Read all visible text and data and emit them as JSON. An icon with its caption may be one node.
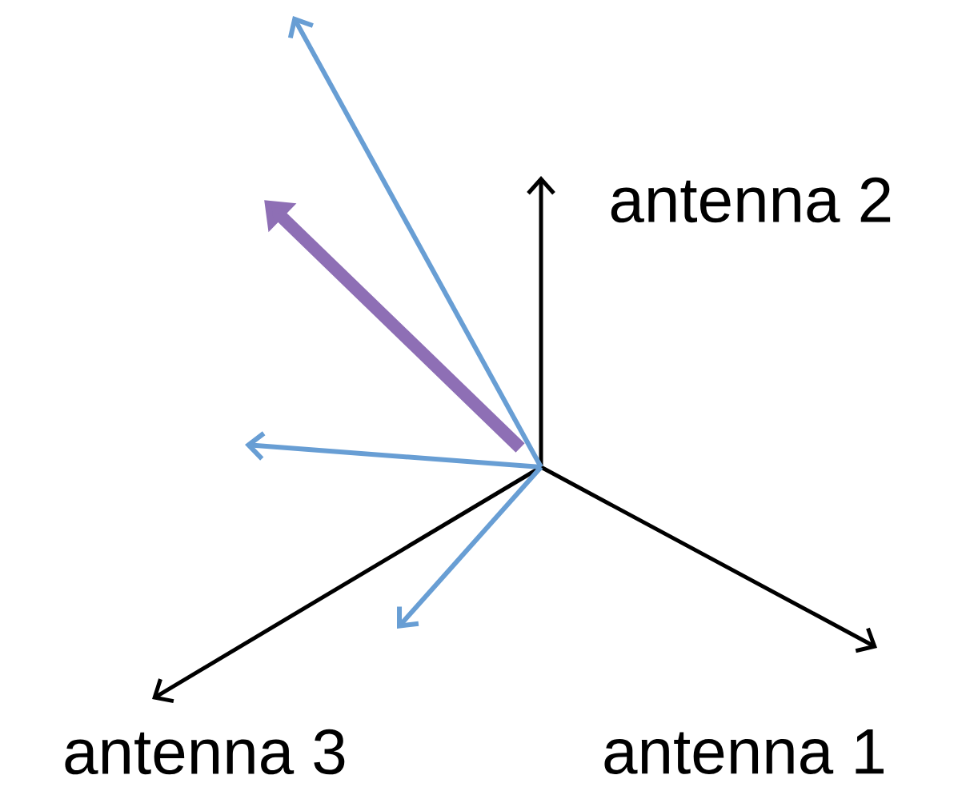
{
  "diagram": {
    "labels": [
      "antenna 2",
      "antenna 3",
      "antenna 1"
    ]
  }
}
